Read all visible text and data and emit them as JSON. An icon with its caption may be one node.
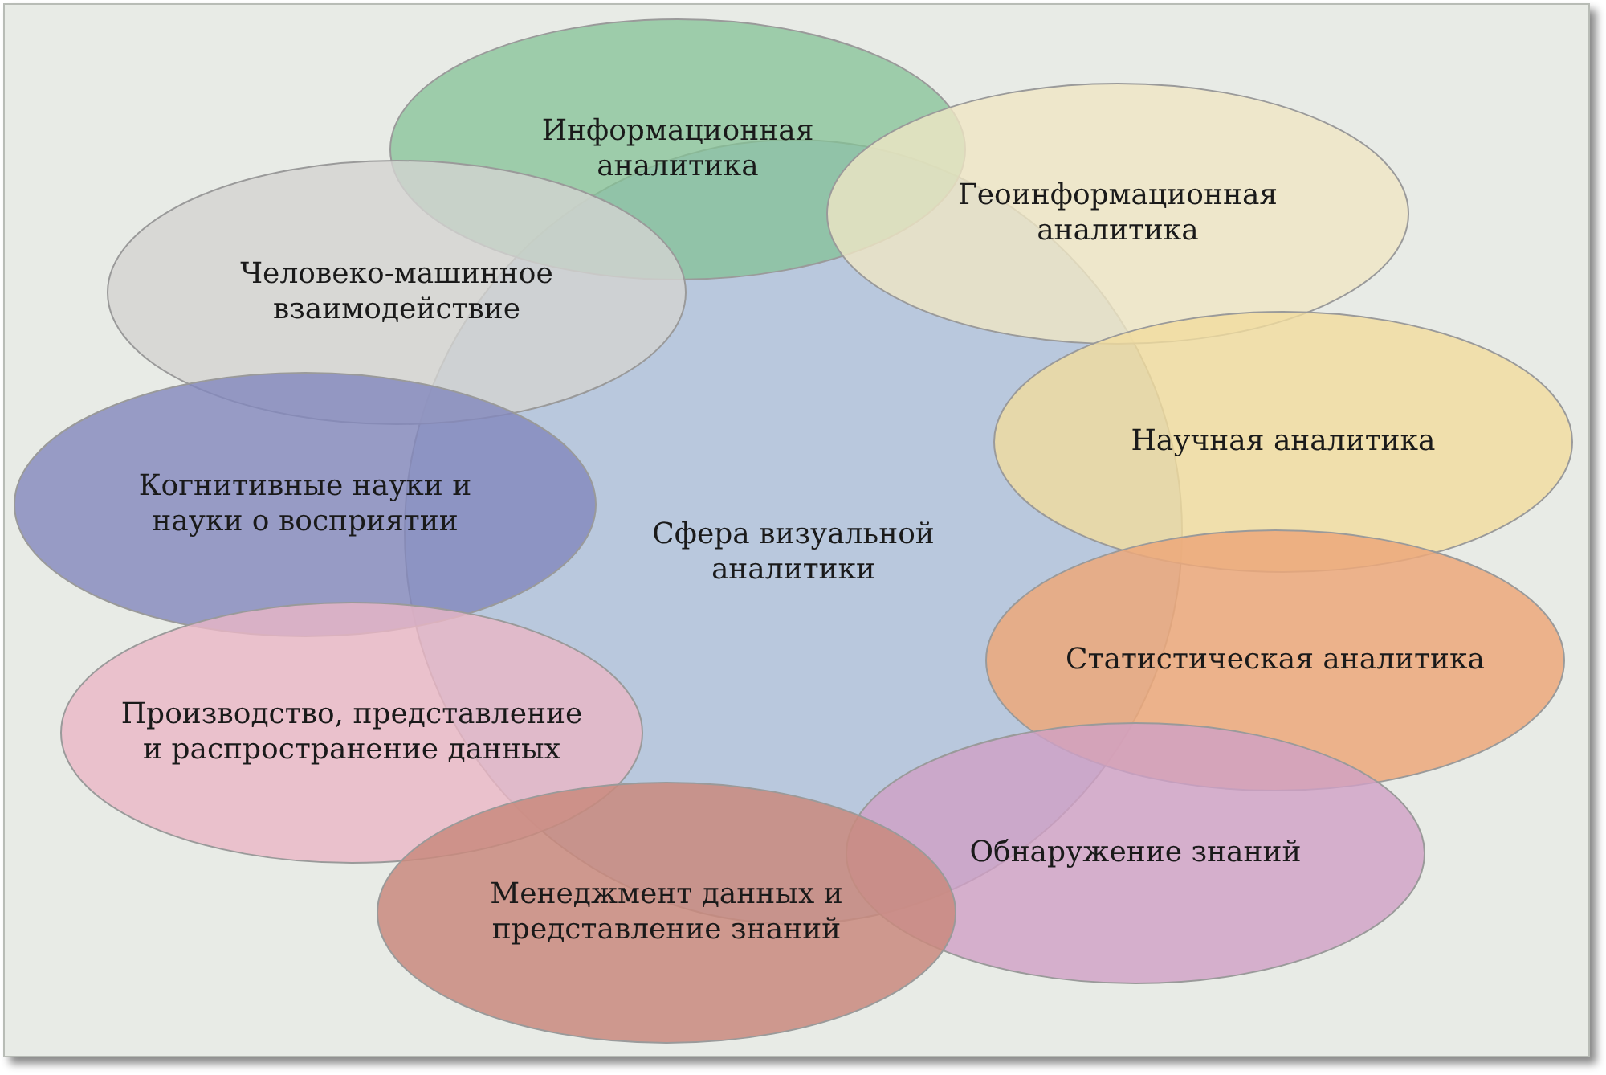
{
  "diagram": {
    "nodes": [
      {
        "text": [
          "Сфера визуальной аналитики"
        ]
      },
      {
        "text": [
          "Информационная аналитика"
        ]
      },
      {
        "text": [
          "Геоинформационная аналитика"
        ]
      },
      {
        "text": [
          "Человеко-машинное взаимодействие"
        ]
      },
      {
        "text": [
          "Научная аналитика"
        ]
      },
      {
        "text": [
          "Когнитивные науки и науки о восприятии"
        ]
      },
      {
        "text": [
          "Статистическая аналитика"
        ]
      },
      {
        "text": [
          "Производство, представление и распространение данных"
        ]
      },
      {
        "text": [
          "Обнаружение знаний"
        ]
      },
      {
        "text": [
          "Менеджмент данных и представление знаний"
        ]
      }
    ]
  }
}
